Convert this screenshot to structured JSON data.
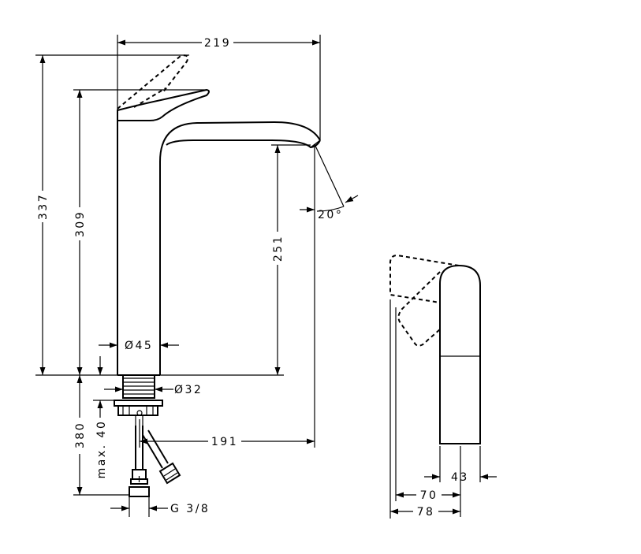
{
  "dimensions": {
    "overall_projection": "219",
    "overall_height": "337",
    "height_to_lever": "309",
    "spout_clearance": "251",
    "spout_angle": "20°",
    "body_diameter": "Ø45",
    "thread_diameter": "Ø32",
    "spout_reach": "191",
    "hose_length": "380",
    "max_counter_thickness": "max. 40",
    "connection_thread": "G 3/8",
    "lever_width": "43",
    "lever_depth": "70",
    "lever_depth_open": "78"
  },
  "colors": {
    "line": "#000000",
    "background": "#ffffff"
  }
}
